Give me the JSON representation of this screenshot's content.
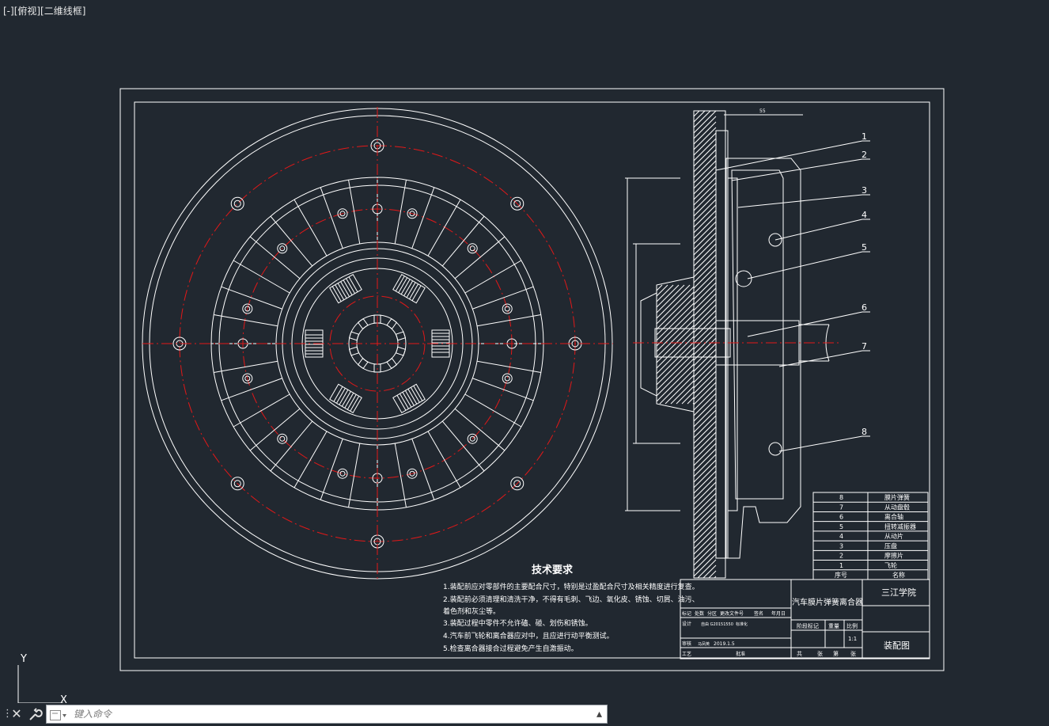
{
  "viewport": {
    "label": "[-][俯视][二维线框]"
  },
  "ucs": {
    "y_label": "Y",
    "x_label": "X"
  },
  "command_line": {
    "placeholder": "键入命令",
    "close_icon": "close-icon",
    "settings_icon": "wrench-icon",
    "recent_icon": "command-prompt-icon"
  },
  "drawing": {
    "balloons": [
      "1",
      "2",
      "3",
      "4",
      "5",
      "6",
      "7",
      "8"
    ],
    "tech_requirements": {
      "title": "技术要求",
      "lines": [
        "1.装配前应对零部件的主要配合尺寸，特别是过盈配合尺寸及相关精度进行复查。",
        "2.装配前必须清理和清洗干净，不得有毛刺、飞边、氧化皮、锈蚀、切屑、油污、",
        "着色剂和灰尘等。",
        "3.装配过程中零件不允许磕、碰、划伤和锈蚀。",
        "4.汽车前飞轮和离合器应对中，且应进行动平衡测试。",
        "5.检查离合器接合过程避免产生自激振动。"
      ]
    },
    "parts_list": [
      {
        "no": "8",
        "name": "膜片弹簧"
      },
      {
        "no": "7",
        "name": "从动盘毂"
      },
      {
        "no": "6",
        "name": "离合轴"
      },
      {
        "no": "5",
        "name": "扭转减振器"
      },
      {
        "no": "4",
        "name": "从动片"
      },
      {
        "no": "3",
        "name": "压盘"
      },
      {
        "no": "2",
        "name": "摩擦片"
      },
      {
        "no": "1",
        "name": "飞轮"
      }
    ],
    "parts_header": {
      "no": "序号",
      "name": "名称"
    },
    "title_block": {
      "drawing_title": "汽车膜片弹簧离合器",
      "school": "三江学院",
      "drawing_type": "装配图",
      "scale": "1:1",
      "header_labels": [
        "标记",
        "处数",
        "分区",
        "更改文件号",
        "签名",
        "年月日"
      ],
      "design_label": "设计",
      "design_id": "自由 G20151550",
      "design_std": "标准化",
      "audit_label": "审核",
      "audit_name": "马凤英",
      "date": "2019.1.5",
      "craft_label": "工艺",
      "approve_label": "批准",
      "stage_label": "阶段标记",
      "weight_label": "重量",
      "scale_label": "比例",
      "sheet_text": [
        "共",
        "张",
        "第",
        "张"
      ]
    },
    "dim_top": "55"
  }
}
